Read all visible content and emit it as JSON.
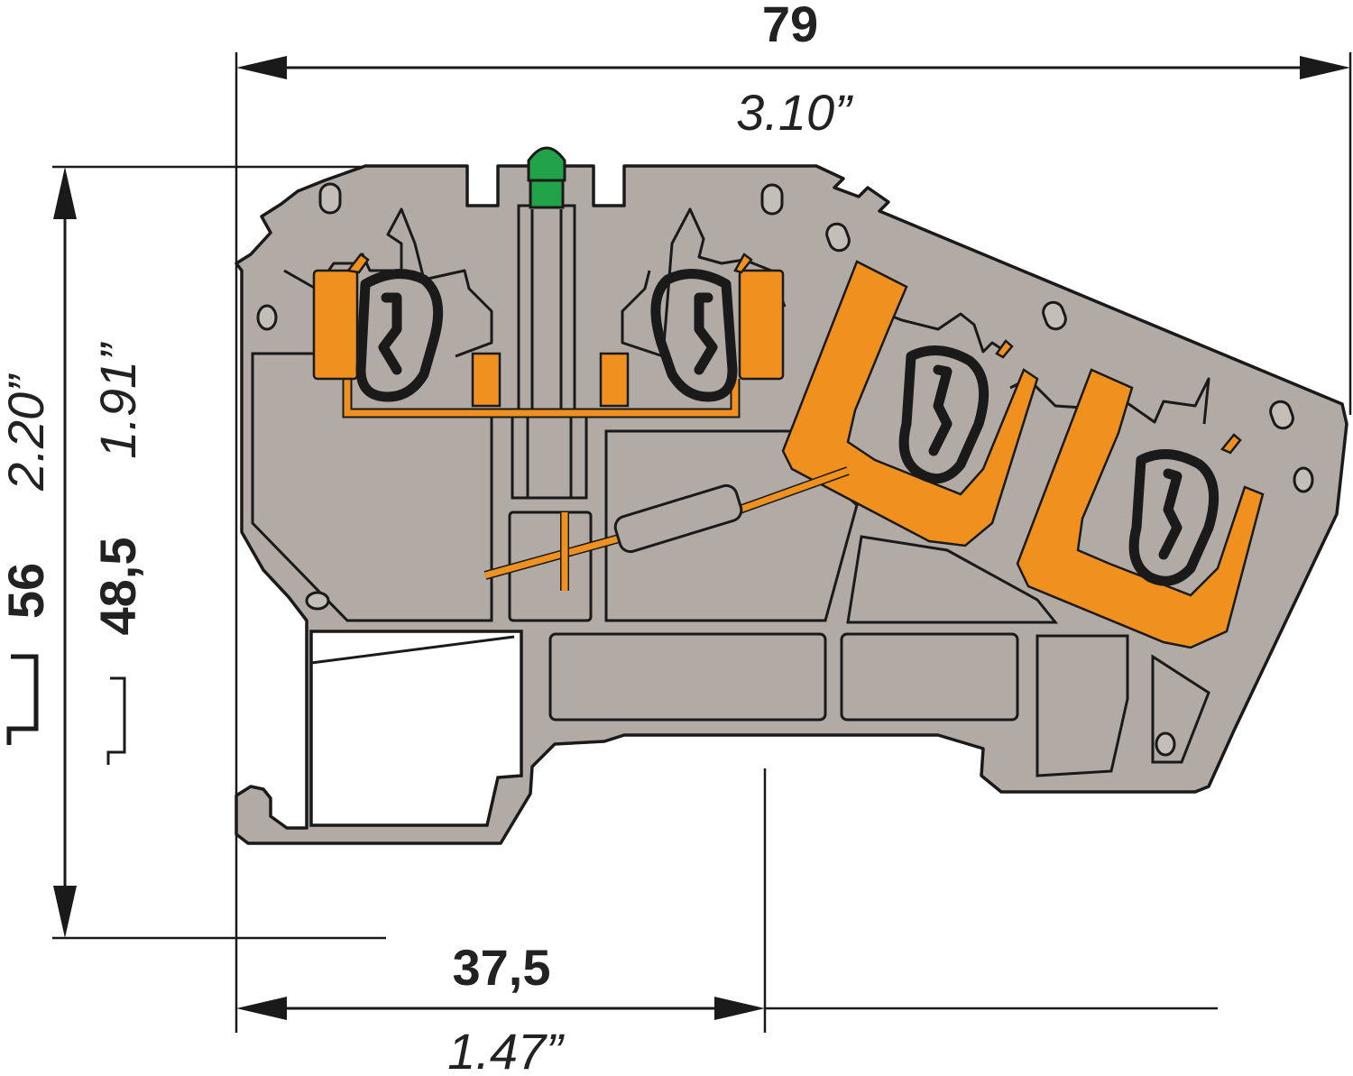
{
  "dimensions": {
    "width_mm": "79",
    "width_in": "3.10”",
    "height_mm": "56",
    "height_in": "2.20”",
    "height_rail_mm": "48,5",
    "height_rail_in": "1.91”",
    "offset_mm": "37,5",
    "offset_in": "1.47”"
  },
  "colors": {
    "housing": "#b2aba5",
    "contact": "#f0911f",
    "led": "#22a34a",
    "line": "#1a1a1a"
  }
}
